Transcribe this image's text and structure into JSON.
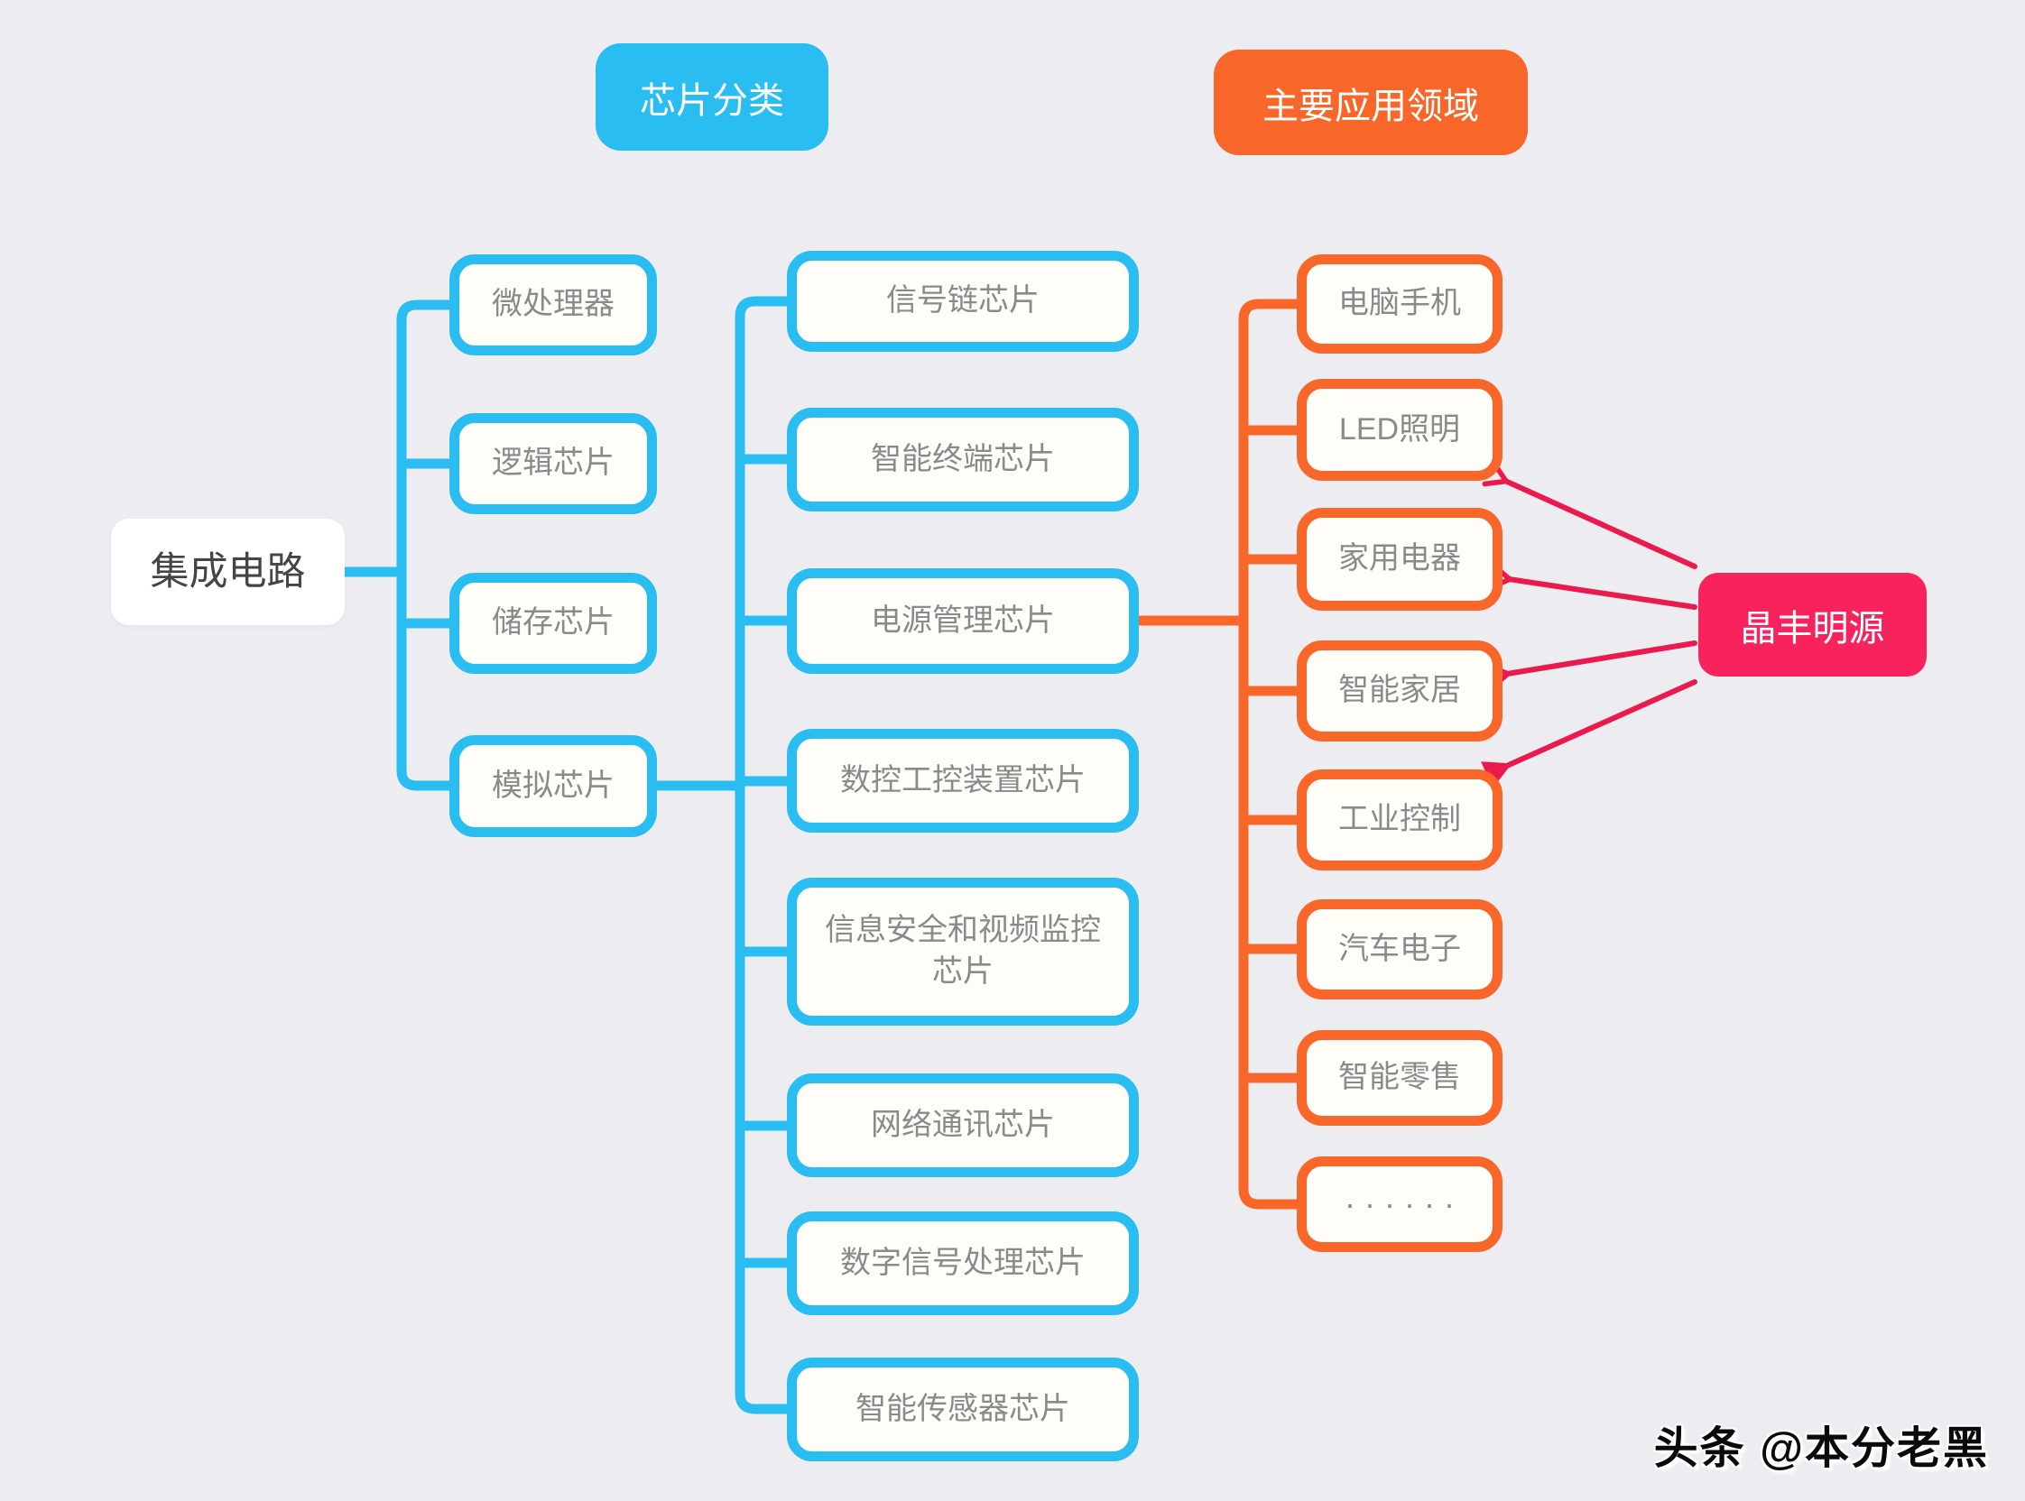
{
  "colors": {
    "background": "#ededf1",
    "blue": "#2abdf1",
    "orange": "#f9662a",
    "company_red": "#f8235c",
    "arrow_red": "#ea1a4f",
    "node_fill": "#fffdf7",
    "node_text": "#8a8a8a",
    "root_text": "#454545"
  },
  "headers": {
    "classification": "芯片分类",
    "application": "主要应用领域"
  },
  "tree": {
    "root": "集成电路",
    "level1": [
      "微处理器",
      "逻辑芯片",
      "储存芯片",
      "模拟芯片"
    ],
    "level2": [
      "信号链芯片",
      "智能终端芯片",
      "电源管理芯片",
      "数控工控装置芯片",
      "信息安全和视频监控芯片",
      "网络通讯芯片",
      "数字信号处理芯片",
      "智能传感器芯片"
    ],
    "applications": [
      "电脑手机",
      "LED照明",
      "家用电器",
      "智能家居",
      "工业控制",
      "汽车电子",
      "智能零售",
      "······"
    ],
    "company": "晶丰明源",
    "company_arrows_to": [
      "LED照明",
      "家用电器",
      "智能家居",
      "工业控制"
    ]
  },
  "watermark": "头条 @本分老黑"
}
